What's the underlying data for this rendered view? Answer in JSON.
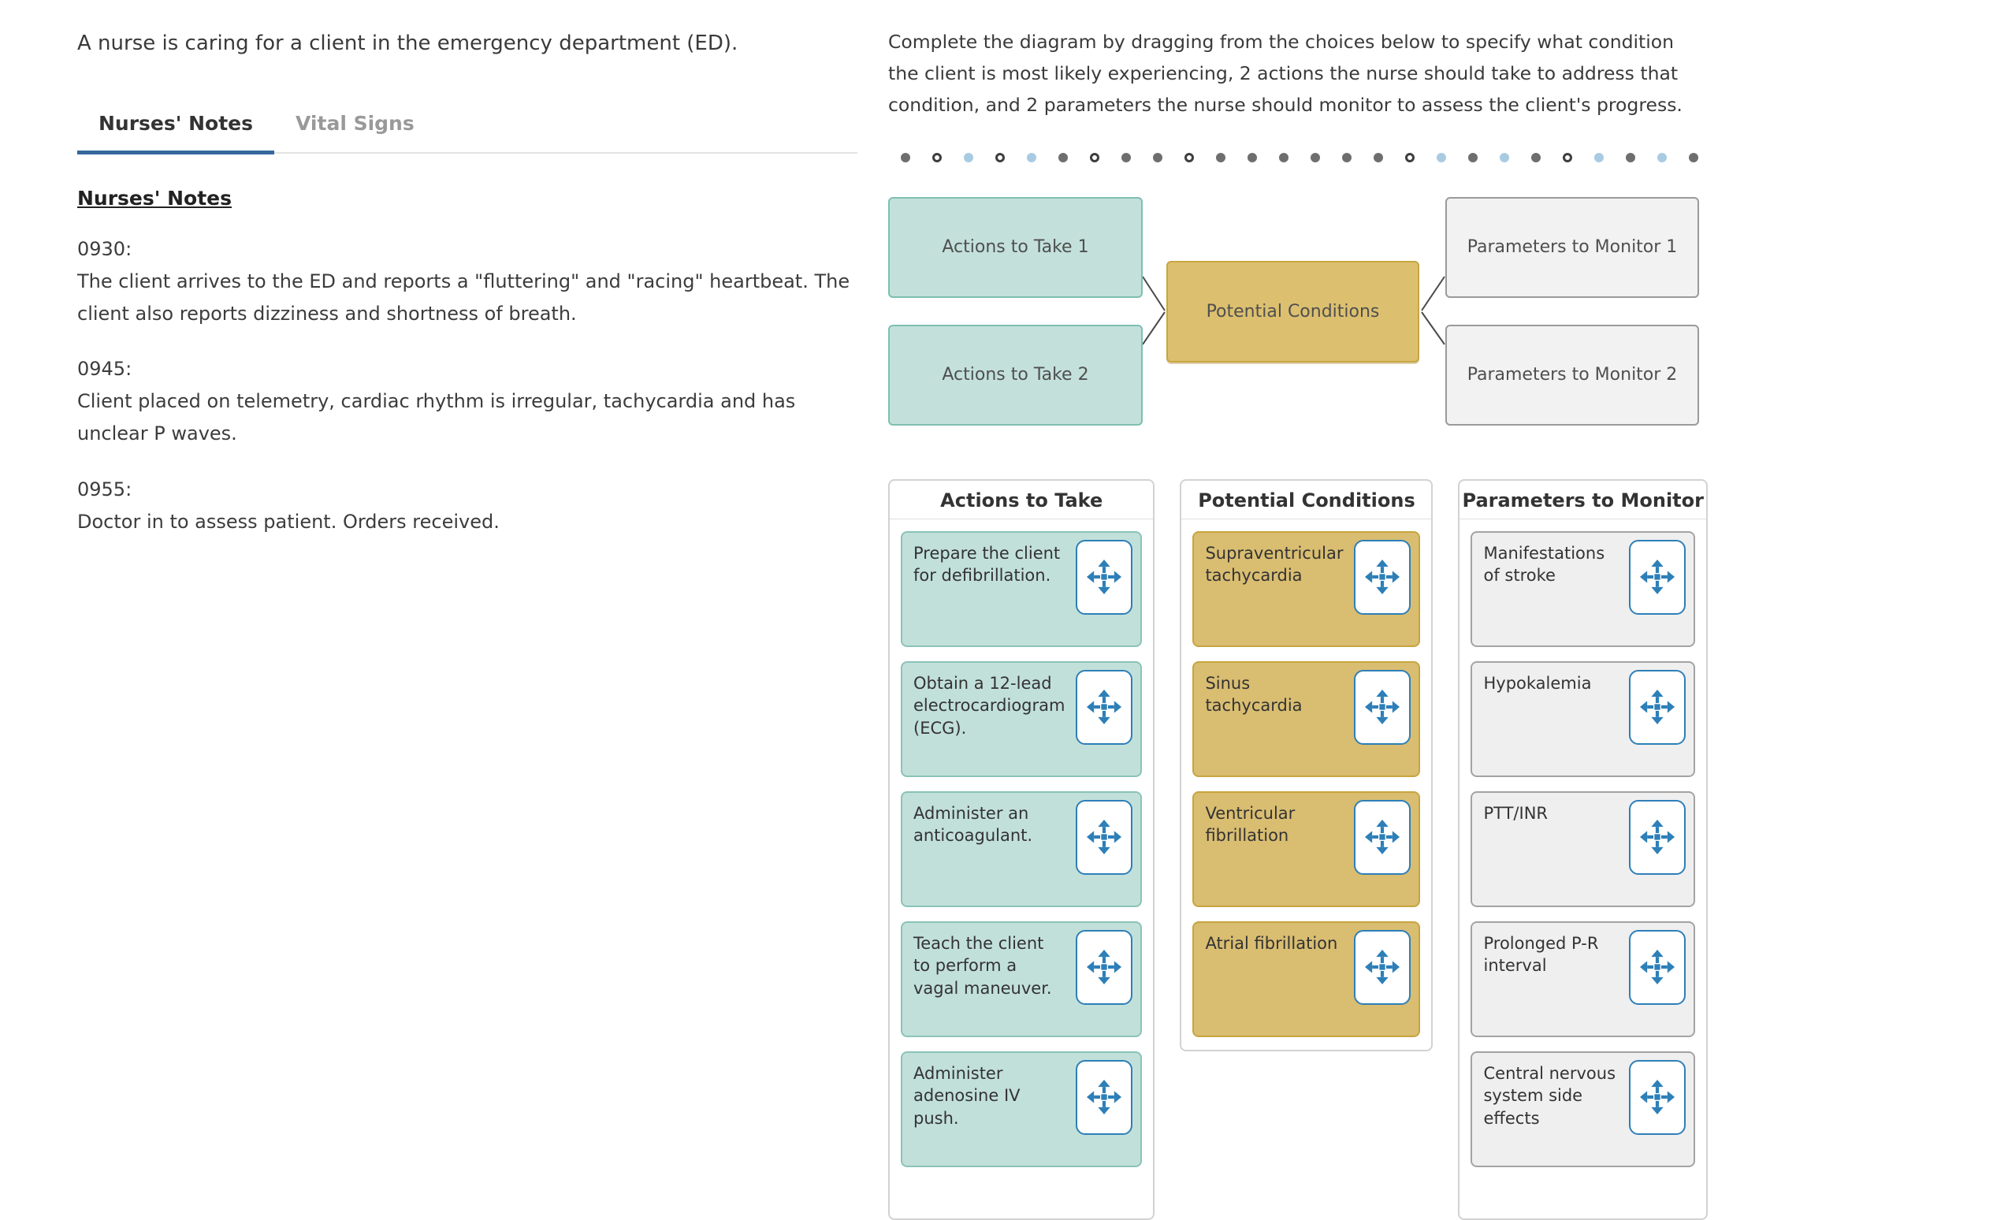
{
  "left": {
    "intro": "A nurse is caring for a client in the emergency department (ED).",
    "tabs": [
      {
        "label": "Nurses' Notes",
        "active": true
      },
      {
        "label": "Vital Signs",
        "active": false
      }
    ],
    "notes_heading": "Nurses' Notes",
    "notes": [
      {
        "time": "0930:",
        "text": "The client arrives to the ED and reports a \"fluttering\" and \"racing\" heartbeat. The client also reports dizziness and shortness of breath."
      },
      {
        "time": "0945:",
        "text": "Client placed on telemetry, cardiac rhythm is irregular, tachycardia and has unclear P waves."
      },
      {
        "time": "0955:",
        "text": "Doctor in to assess patient. Orders received."
      }
    ]
  },
  "right": {
    "instructions": "Complete the diagram by dragging from the choices below to specify what condition the client is most likely experiencing, 2 actions the nurse should take to address that condition, and 2 parameters the nurse should monitor to assess the client's progress.",
    "dots": [
      "filled",
      "open",
      "active",
      "open",
      "active",
      "filled",
      "open",
      "filled",
      "filled",
      "open",
      "filled",
      "filled",
      "filled",
      "filled",
      "filled",
      "filled",
      "open",
      "active",
      "filled",
      "active",
      "filled",
      "open",
      "active",
      "filled",
      "active",
      "filled"
    ],
    "diagram": {
      "action_slot_1": "Actions to Take 1",
      "action_slot_2": "Actions to Take 2",
      "condition_slot": "Potential Conditions",
      "param_slot_1": "Parameters to Monitor 1",
      "param_slot_2": "Parameters to Monitor 2"
    },
    "columns": [
      {
        "header": "Actions to Take",
        "cards": [
          {
            "text": "Prepare the client for defibrillation."
          },
          {
            "text": "Obtain a 12-lead electrocardiogram (ECG)."
          },
          {
            "text": "Administer an anticoagulant."
          },
          {
            "text": "Teach the client to perform a vagal maneuver."
          },
          {
            "text": "Administer adenosine IV push."
          }
        ]
      },
      {
        "header": "Potential Conditions",
        "cards": [
          {
            "text": "Supraventricular tachycardia"
          },
          {
            "text": "Sinus tachycardia"
          },
          {
            "text": "Ventricular fibrillation"
          },
          {
            "text": "Atrial fibrillation"
          }
        ]
      },
      {
        "header": "Parameters to Monitor",
        "cards": [
          {
            "text": "Manifestations of stroke"
          },
          {
            "text": "Hypokalemia"
          },
          {
            "text": "PTT/INR"
          },
          {
            "text": "Prolonged P-R interval"
          },
          {
            "text": "Central nervous system side effects"
          }
        ]
      }
    ]
  },
  "colors": {
    "accent_blue": "#2d7fb8",
    "tab_underline": "#36689f",
    "teal_fill": "#c2e0da",
    "teal_border": "#8ac3b8",
    "gold_fill": "#d9bd71",
    "gold_border": "#c7a53f",
    "gray_fill": "#efefef",
    "gray_border": "#a3a3a3",
    "dot_gray": "#6e6e6e",
    "dot_blue": "#a9cbe2"
  }
}
